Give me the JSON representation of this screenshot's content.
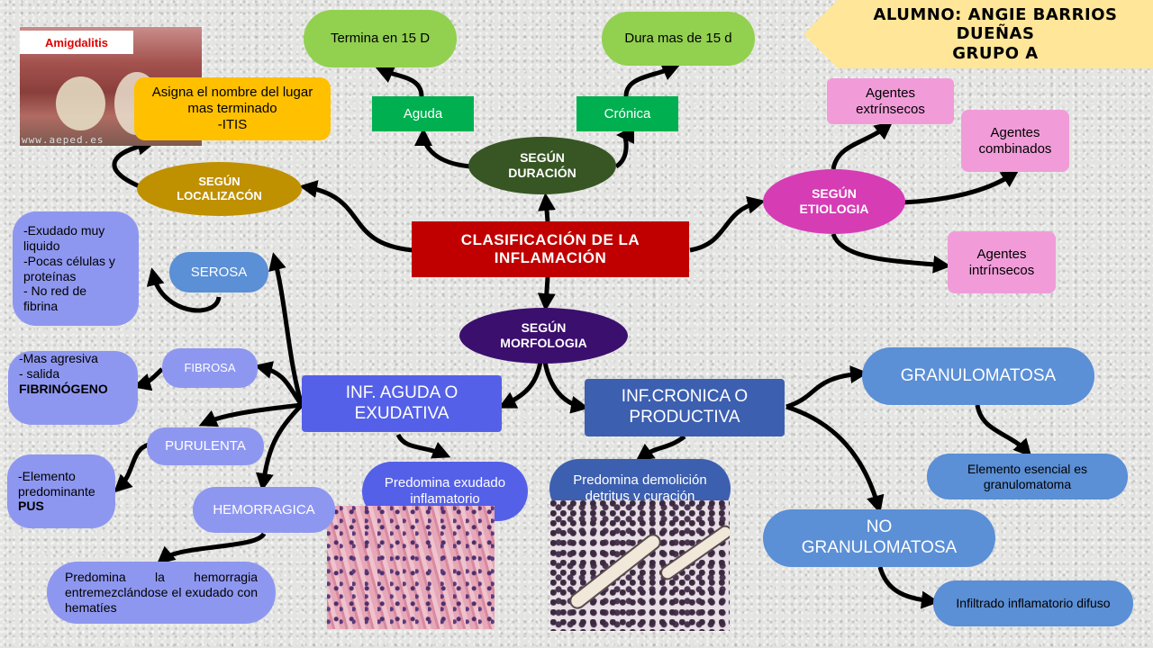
{
  "student": {
    "line1": "ALUMNO: ANGIE BARRIOS",
    "line2": "DUEÑAS",
    "line3": "GRUPO A"
  },
  "photo_label": "Amigdalitis",
  "photo_watermark": "www.aeped.es",
  "central": "CLASIFICACIÓN DE LA\nINFLAMACIÓN",
  "duration": {
    "title": "SEGÚN\nDURACIÓN",
    "aguda": "Aguda",
    "cronica": "Crónica",
    "aguda_desc": "Termina en 15 D",
    "cronica_desc": "Dura mas de 15 d"
  },
  "localization": {
    "title": "SEGÚN\nLOCALIZACÓN",
    "desc": "Asigna el nombre del lugar\nmas terminado\n-ITIS"
  },
  "etiology": {
    "title": "SEGÚN\nETIOLOGIA",
    "extrinsic": "Agentes\nextrínsecos",
    "combined": "Agentes\ncombinados",
    "intrinsic": "Agentes\nintrínsecos"
  },
  "morphology": {
    "title": "SEGÚN\nMORFOLOGIA",
    "acute": "INF. AGUDA O\nEXUDATIVA",
    "acute_desc": "Predomina exudado\ninflamatorio",
    "chronic": "INF.CRONICA O\nPRODUCTIVA",
    "chronic_desc": "Predomina demolición\ndetritus y curación",
    "serosa": "SEROSA",
    "serosa_desc": "-Exudado muy\nliquido\n-Pocas células y\nproteínas\n- No red de\nfibrina",
    "fibrosa": "FIBROSA",
    "fibrosa_desc_a": "-Mas agresiva\n- salida",
    "fibrosa_desc_b": "FIBRINÓGENO",
    "purulenta": "PURULENTA",
    "purulenta_desc_a": "-Elemento\npredominante",
    "purulenta_desc_b": "PUS",
    "hemorragica": "HEMORRAGICA",
    "hemorragica_desc": "Predomina la hemorragia entremezclándose el exudado con hematíes",
    "granulomatosa": "GRANULOMATOSA",
    "granulomatosa_desc": "Elemento esencial es\ngranulomatoma",
    "no_granulomatosa": "NO\nGRANULOMATOSA",
    "no_granulomatosa_desc": "Infiltrado inflamatorio difuso"
  },
  "colors": {
    "central": "#c00000",
    "duration": "#375623",
    "green_box": "#00b050",
    "lime": "#92d050",
    "localization": "#bf9000",
    "yellow": "#ffc000",
    "etiology": "#d63cb4",
    "pink": "#f19cd9",
    "morphology": "#3b0f6e",
    "acute": "#5560e8",
    "chronic": "#3c5fb0",
    "periwinkle": "#8e97f0"
  }
}
